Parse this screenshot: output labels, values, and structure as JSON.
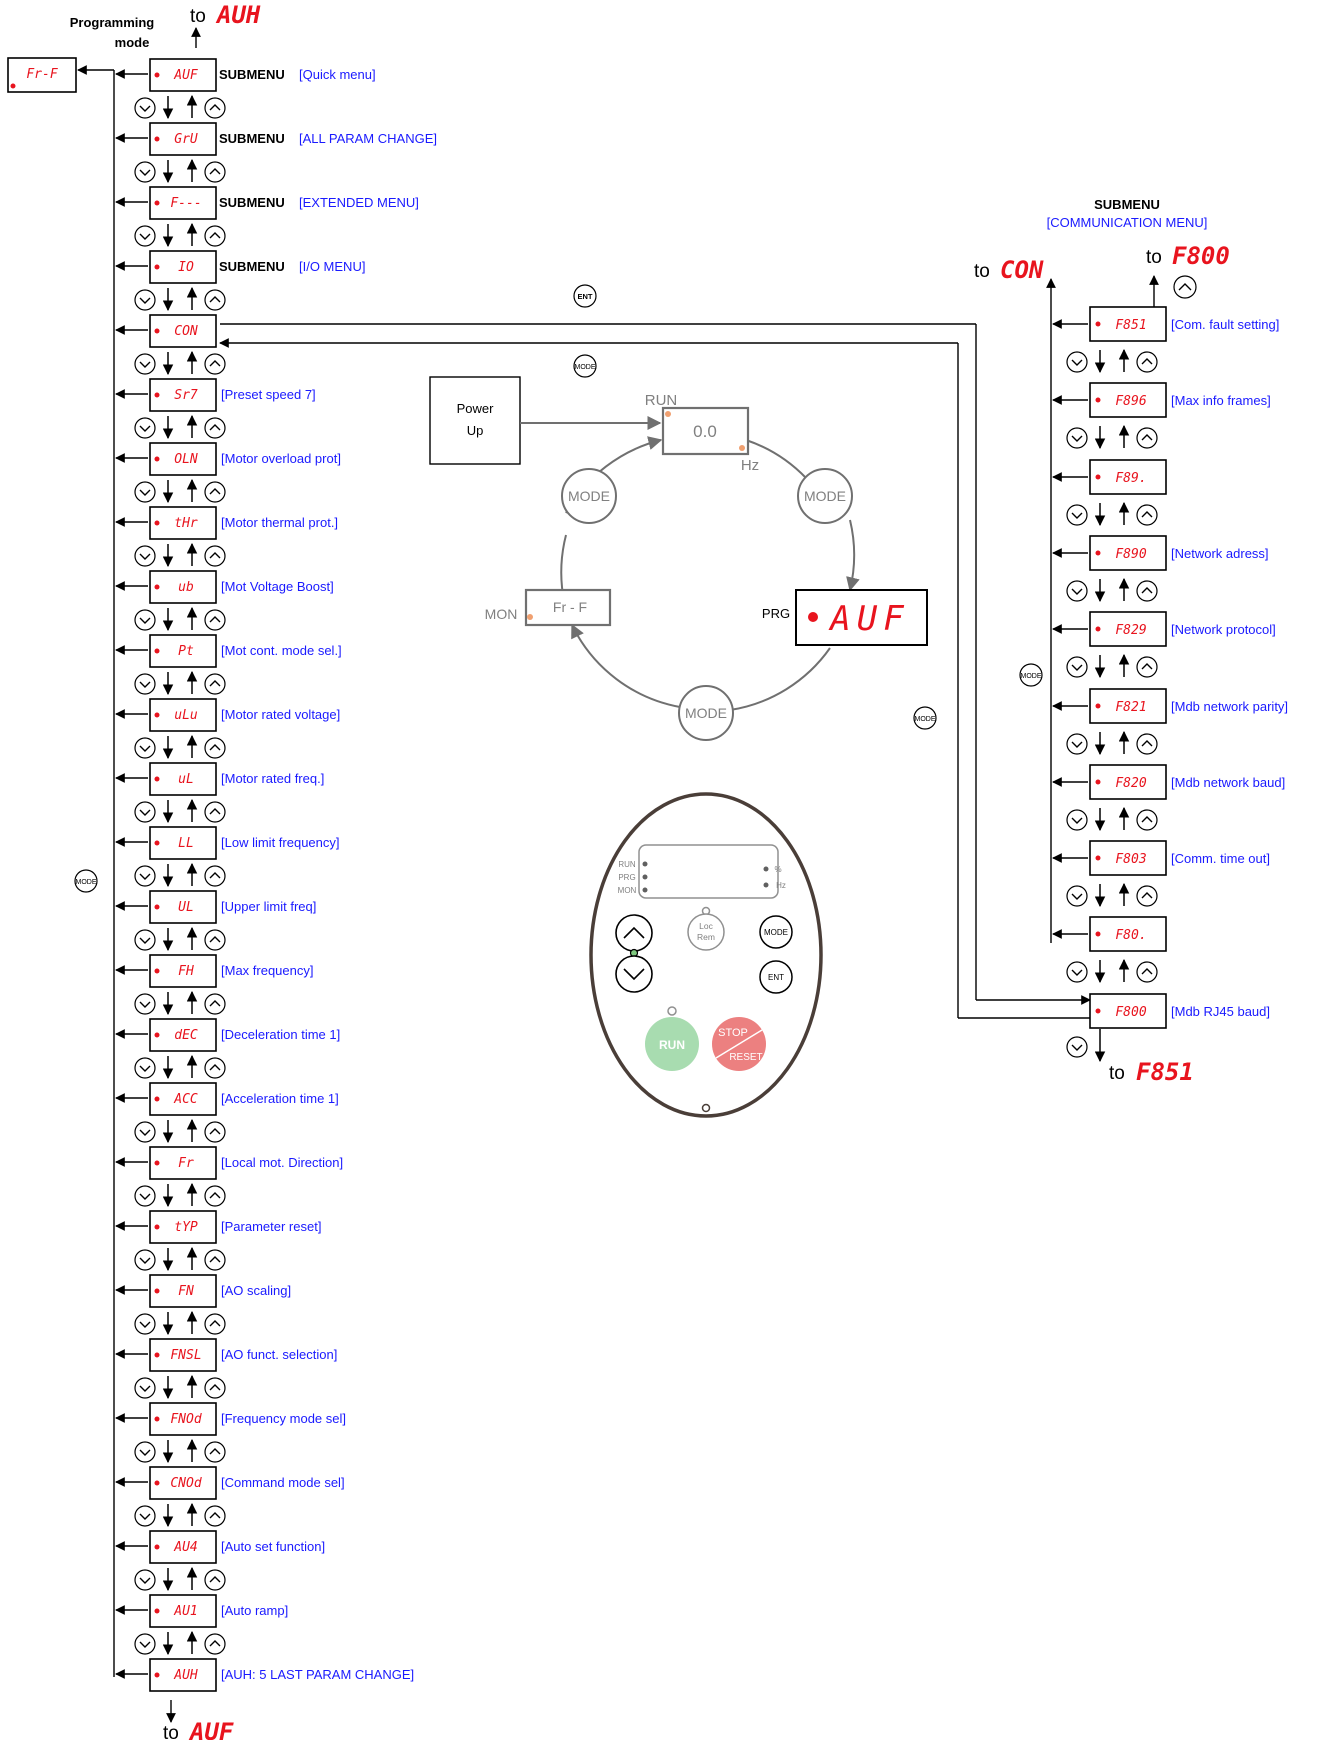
{
  "header": {
    "programming_mode": [
      "Programming",
      "mode"
    ],
    "to_prefix": "to",
    "top_target": "AUH",
    "bottom_target": "AUF",
    "corner_display": "Fr-F"
  },
  "left_menu": [
    {
      "code": "AUF",
      "prefix": "SUBMENU",
      "label": "[Quick menu]"
    },
    {
      "code": "GrU",
      "prefix": "SUBMENU",
      "label": "[ALL PARAM CHANGE]"
    },
    {
      "code": "F---",
      "prefix": "SUBMENU",
      "label": "[EXTENDED MENU]"
    },
    {
      "code": "IO",
      "prefix": "SUBMENU",
      "label": "[I/O MENU]"
    },
    {
      "code": "CON",
      "prefix": "",
      "label": ""
    },
    {
      "code": "Sr7",
      "prefix": "",
      "label": "[Preset speed 7]"
    },
    {
      "code": "OLN",
      "prefix": "",
      "label": "[Motor overload prot]"
    },
    {
      "code": "tHr",
      "prefix": "",
      "label": "[Motor thermal prot.]"
    },
    {
      "code": "ub",
      "prefix": "",
      "label": "[Mot Voltage Boost]"
    },
    {
      "code": "Pt",
      "prefix": "",
      "label": "[Mot cont. mode sel.]"
    },
    {
      "code": "uLu",
      "prefix": "",
      "label": "[Motor rated voltage]"
    },
    {
      "code": "uL",
      "prefix": "",
      "label": "[Motor rated freq.]"
    },
    {
      "code": "LL",
      "prefix": "",
      "label": "[Low limit frequency]"
    },
    {
      "code": "UL",
      "prefix": "",
      "label": "[Upper limit freq]"
    },
    {
      "code": "FH",
      "prefix": "",
      "label": "[Max frequency]"
    },
    {
      "code": "dEC",
      "prefix": "",
      "label": "[Deceleration time 1]"
    },
    {
      "code": "ACC",
      "prefix": "",
      "label": "[Acceleration time 1]"
    },
    {
      "code": "Fr",
      "prefix": "",
      "label": "[Local mot. Direction]"
    },
    {
      "code": "tYP",
      "prefix": "",
      "label": "[Parameter reset]"
    },
    {
      "code": "FN",
      "prefix": "",
      "label": "[AO scaling]"
    },
    {
      "code": "FNSL",
      "prefix": "",
      "label": "[AO funct. selection]"
    },
    {
      "code": "FNOd",
      "prefix": "",
      "label": "[Frequency mode sel]"
    },
    {
      "code": "CNOd",
      "prefix": "",
      "label": "[Command mode sel]"
    },
    {
      "code": "AU4",
      "prefix": "",
      "label": "[Auto set function]"
    },
    {
      "code": "AU1",
      "prefix": "",
      "label": "[Auto ramp]"
    },
    {
      "code": "AUH",
      "prefix": "",
      "label": "[AUH: 5 LAST PARAM CHANGE]"
    }
  ],
  "comm_menu": {
    "title": "SUBMENU",
    "subtitle": "[COMMUNICATION MENU]",
    "to_con": "CON",
    "to_top": "F800",
    "to_bottom": "F851",
    "items": [
      {
        "code": "F851",
        "label": "[Com. fault setting]"
      },
      {
        "code": "F896",
        "label": "[Max info frames]"
      },
      {
        "code": "F89.",
        "label": ""
      },
      {
        "code": "F890",
        "label": "[Network adress]"
      },
      {
        "code": "F829",
        "label": "[Network protocol]"
      },
      {
        "code": "F821",
        "label": "[Mdb network parity]"
      },
      {
        "code": "F820",
        "label": "[Mdb network baud]"
      },
      {
        "code": "F803",
        "label": "[Comm. time out]"
      },
      {
        "code": "F80.",
        "label": ""
      },
      {
        "code": "F800",
        "label": "[Mdb RJ45 baud]"
      }
    ]
  },
  "cycle": {
    "power_up": [
      "Power",
      "Up"
    ],
    "run_label": "RUN",
    "run_display": "0.0",
    "hz_label": "Hz",
    "mode_label": "MODE",
    "mon_label": "MON",
    "mon_display": "Fr - F",
    "prg_label": "PRG",
    "prg_display": "AUF"
  },
  "buttons": {
    "ent": "ENT",
    "mode": "MODE"
  },
  "keypad": {
    "leds_left": [
      "RUN",
      "PRG",
      "MON"
    ],
    "leds_right": [
      "%",
      "Hz"
    ],
    "loc_rem": [
      "Loc",
      "Rem"
    ],
    "mode_btn": "MODE",
    "ent_btn": "ENT",
    "run_btn": "RUN",
    "stop_btn": "STOP",
    "reset_btn": "RESET"
  },
  "colors": {
    "display_red": "#e8141e",
    "label_blue": "#1a1aff",
    "run_green": "#a8dcb0",
    "stop_red": "#ec8080",
    "led_orange": "#f0a070"
  }
}
